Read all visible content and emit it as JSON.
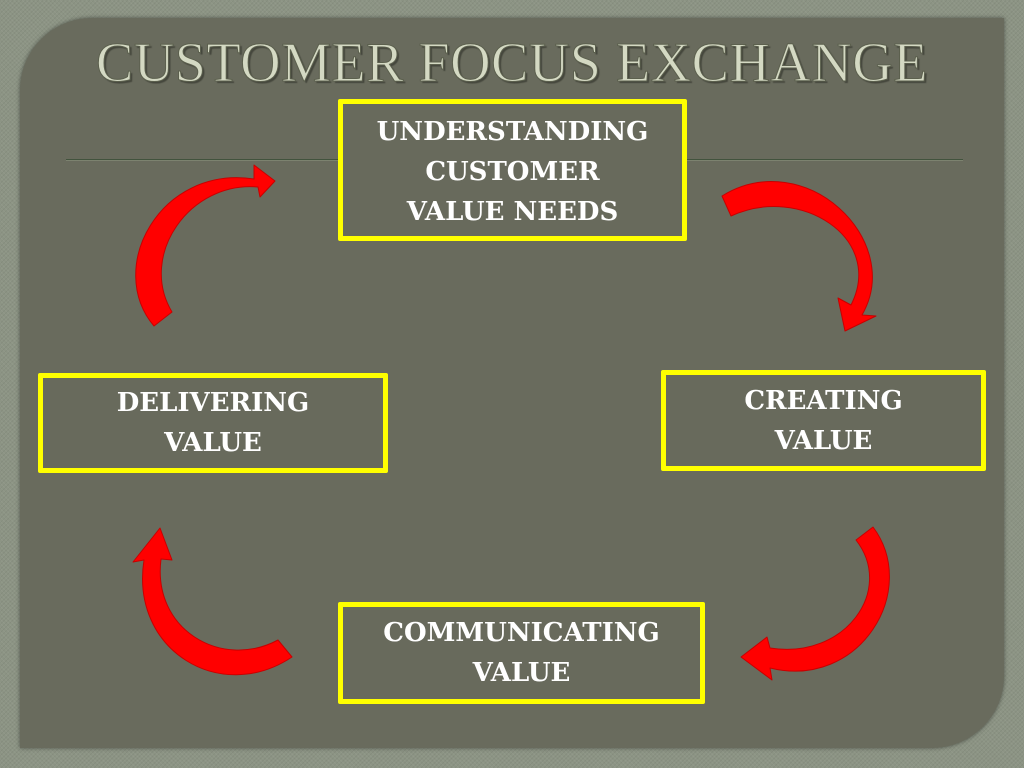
{
  "slide": {
    "title": "CUSTOMER FOCUS EXCHANGE"
  },
  "stages": {
    "understanding": "UNDERSTANDING\nCUSTOMER\nVALUE NEEDS",
    "creating": "CREATING\nVALUE",
    "communicating": "COMMUNICATING\nVALUE",
    "delivering": "DELIVERING\nVALUE"
  },
  "colors": {
    "background": "#8c9484",
    "panel": "#696b5d",
    "title": "#d4d9c3",
    "box_border": "#ffff00",
    "box_text": "#ffffff",
    "arrow": "#ff0000"
  },
  "icons": {
    "cycle_arrows": "curved-arrow-icon"
  }
}
